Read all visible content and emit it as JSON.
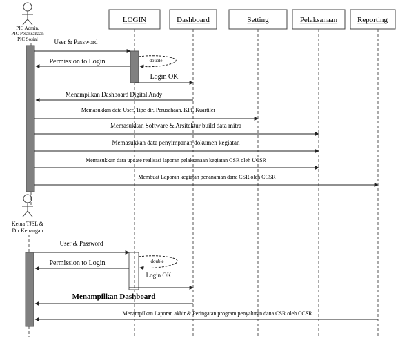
{
  "lifelines": [
    {
      "id": "login",
      "label": "LOGIN"
    },
    {
      "id": "dashboard",
      "label": "Dashboard"
    },
    {
      "id": "setting",
      "label": "Setting"
    },
    {
      "id": "pelaksanaan",
      "label": "Pelaksanaan"
    },
    {
      "id": "reporting",
      "label": "Reporting"
    }
  ],
  "actors": {
    "pic": {
      "lines": [
        "PIC Admin,",
        "PIC Pelaksanaan",
        "PIC Sosial"
      ]
    },
    "ketua": {
      "lines": [
        "Ketua TJSL &",
        "Dir Keuangan"
      ]
    }
  },
  "messages_top": {
    "m1": "User & Password",
    "m_double": "double",
    "m2": "Permission to Login",
    "m3": "Login OK",
    "m4": "Menampilkan Dashboard Digital Andy",
    "m5": "Memasukkan data User, Tipe dir, Perusahaan, KPI, Kuartiler",
    "m6": "Memasukkan Software & Arsitektur build data mitra",
    "m7": "Memasukkan data penyimpanan dokumen kegiatan",
    "m8": "Memasukkan data update realisasi laporan pelaksanaan kegiatan CSR oleh UCSR",
    "m9": "Membuat Laporan kegiatan penanaman dana CSR oleh CCSR"
  },
  "messages_bottom": {
    "n1": "User & Password",
    "n_double": "double",
    "n2": "Permission to Login",
    "n3": "Login OK",
    "n4": "Menampilkan Dashboard",
    "n5": "Menampilkan Laporan akhir & Peringatan program penyaluran dana CSR oleh CCSR"
  }
}
